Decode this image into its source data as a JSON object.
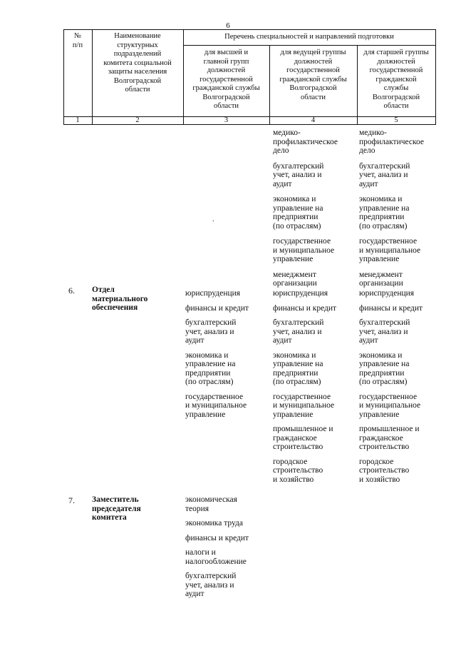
{
  "page_number": "6",
  "header": {
    "col_num": "№\nп/п",
    "col_name": "Наименование\nструктурных\nподразделений\nкомитета социальной\nзащиты населения\nВолгоградской\nобласти",
    "col_list": "Перечень специальностей и направлений подготовки",
    "col_high": "для высшей и\nглавной групп\nдолжностей\nгосударственной\nгражданской службы\nВолгоградской\nобласти",
    "col_lead": "для ведущей группы\nдолжностей\nгосударственной\nгражданской службы\nВолгоградской\nобласти",
    "col_senior": "для старшей группы\nдолжностей\nгосударственной\nгражданской\nслужбы\nВолгоградской\nобласти",
    "nums": [
      "1",
      "2",
      "3",
      "4",
      "5"
    ]
  },
  "continuation": {
    "col4": [
      "медико-\nпрофилактическое\nдело",
      "бухгалтерский\nучет, анализ и\nаудит",
      "экономика и\nуправление на\nпредприятии\n(по отраслям)",
      "государственное\nи муниципальное\nуправление",
      "менеджмент\nорганизации"
    ],
    "col5": [
      "медико-\nпрофилактическое\nдело",
      "бухгалтерский\nучет, анализ и\nаудит",
      "экономика и\nуправление на\nпредприятии\n(по отраслям)",
      "государственное\nи муниципальное\nуправление",
      "менеджмент\nорганизации"
    ]
  },
  "dot": ".",
  "row6": {
    "num": "6.",
    "title": "Отдел\nматериального\nобеспечения",
    "col3": [
      "юриспруденция",
      "финансы и кредит",
      "бухгалтерский\nучет, анализ и\nаудит",
      "экономика и\nуправление на\nпредприятии\n(по отраслям)",
      "государственное\nи муниципальное\nуправление"
    ],
    "col4": [
      "юриспруденция",
      "финансы и кредит",
      "бухгалтерский\nучет, анализ и\nаудит",
      "экономика и\nуправление на\nпредприятии\n(по отраслям)",
      "государственное\nи муниципальное\nуправление",
      "промышленное и\nгражданское\nстроительство",
      "городское\nстроительство\nи хозяйство"
    ],
    "col5": [
      "юриспруденция",
      "финансы и кредит",
      "бухгалтерский\nучет, анализ и\nаудит",
      "экономика и\nуправление на\nпредприятии\n(по отраслям)",
      "государственное\nи муниципальное\nуправление",
      "промышленное и\nгражданское\nстроительство",
      "городское\nстроительство\nи хозяйство"
    ]
  },
  "row7": {
    "num": "7.",
    "title": "Заместитель\nпредседателя\nкомитета",
    "col3": [
      "экономическая\nтеория",
      "экономика труда",
      "финансы и кредит",
      "налоги и\nналогообложение",
      "бухгалтерский\nучет, анализ и\nаудит"
    ]
  }
}
